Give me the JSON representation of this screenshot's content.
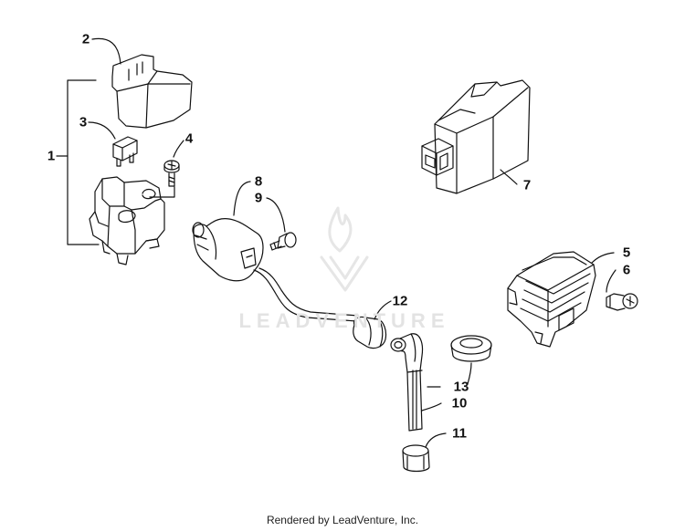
{
  "watermark": {
    "brand_text": "LEADVENTURE",
    "icon": "flame-logo-icon"
  },
  "callouts": {
    "c1": "1",
    "c2": "2",
    "c3": "3",
    "c4": "4",
    "c5": "5",
    "c6": "6",
    "c7": "7",
    "c8": "8",
    "c9": "9",
    "c10": "10",
    "c11": "11",
    "c12": "12",
    "c13": "13"
  },
  "footer": {
    "text": "Rendered by LeadVenture, Inc."
  },
  "colors": {
    "line": "#111111",
    "watermark": "#e3e3e3",
    "background": "#ffffff"
  }
}
